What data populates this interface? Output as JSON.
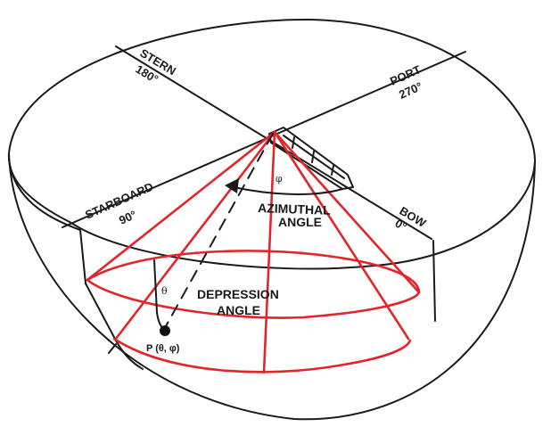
{
  "labels": {
    "stern": "STERN",
    "stern_deg": "180°",
    "port": "PORT",
    "port_deg": "270°",
    "starboard": "STARBOARD",
    "starboard_deg": "90°",
    "bow": "BOW",
    "bow_deg": "0°",
    "azimuthal_1": "AZIMUTHAL",
    "azimuthal_2": "ANGLE",
    "depression_1": "DEPRESSION",
    "depression_2": "ANGLE",
    "point": "P (θ, φ)",
    "phi_symbol": "φ",
    "theta_symbol": "θ"
  },
  "colors": {
    "line": "#1a1a1a",
    "beam": "#e0262b"
  }
}
